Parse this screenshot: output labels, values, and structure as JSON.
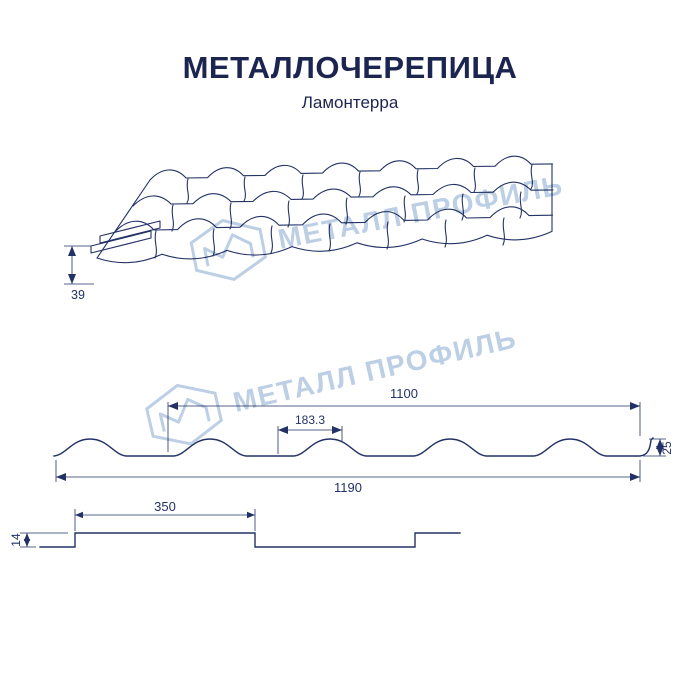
{
  "title": "МЕТАЛЛОЧЕРЕПИЦА",
  "subtitle": "Ламонтерра",
  "watermark": {
    "text": "МЕТАЛЛ ПРОФИЛЬ"
  },
  "colors": {
    "line_navy": "#233266",
    "title_navy": "#1b2550",
    "watermark_blue": "#bccfe4"
  },
  "dimensions": {
    "roof_overhang": "39",
    "cover_width": "1100",
    "wave_pitch": "183.3",
    "profile_height": "25",
    "full_width": "1190",
    "module_length": "350",
    "step_height": "14"
  }
}
